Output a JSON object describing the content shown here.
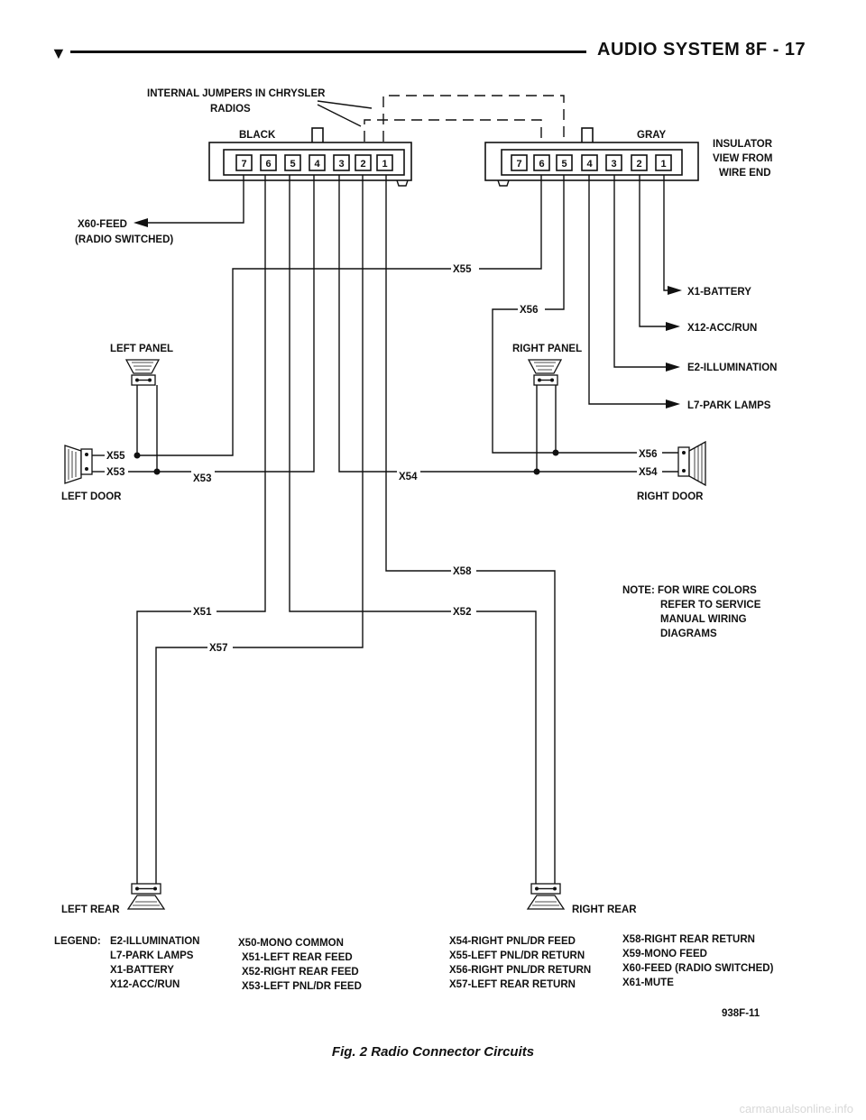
{
  "header": {
    "title": "AUDIO SYSTEM     8F - 17"
  },
  "diagram": {
    "labels": {
      "jumpers": "INTERNAL JUMPERS IN CHRYSLER",
      "jumpers2": "RADIOS",
      "black": "BLACK",
      "gray": "GRAY",
      "insulator1": "INSULATOR",
      "insulator2": "VIEW FROM",
      "insulator3": "WIRE END",
      "x60feed": "X60-FEED",
      "radio_switched": "(RADIO SWITCHED)",
      "x55": "X55",
      "x56": "X56",
      "x1battery": "X1-BATTERY",
      "x12accrun": "X12-ACC/RUN",
      "e2illum": "E2-ILLUMINATION",
      "l7park": "L7-PARK LAMPS",
      "left_panel": "LEFT PANEL",
      "right_panel": "RIGHT PANEL",
      "ld_x55": "X55",
      "ld_x53": "X53",
      "x53": "X53",
      "x54": "X54",
      "rd_x56": "X56",
      "rd_x54": "X54",
      "left_door": "LEFT DOOR",
      "right_door": "RIGHT DOOR",
      "x58": "X58",
      "x51": "X51",
      "x52": "X52",
      "x57": "X57",
      "note1": "NOTE: FOR WIRE COLORS",
      "note2": "REFER TO SERVICE",
      "note3": "MANUAL WIRING",
      "note4": "DIAGRAMS",
      "left_rear": "LEFT REAR",
      "right_rear": "RIGHT REAR",
      "fig_code": "938F-11"
    },
    "pins": [
      "7",
      "6",
      "5",
      "4",
      "3",
      "2",
      "1"
    ],
    "legend": {
      "title": "LEGEND:",
      "col1": [
        "E2-ILLUMINATION",
        "L7-PARK LAMPS",
        "X1-BATTERY",
        "X12-ACC/RUN"
      ],
      "col2": [
        "X50-MONO COMMON",
        "X51-LEFT REAR FEED",
        "X52-RIGHT REAR FEED",
        "X53-LEFT PNL/DR FEED"
      ],
      "col3": [
        "X54-RIGHT PNL/DR FEED",
        "X55-LEFT PNL/DR RETURN",
        "X56-RIGHT PNL/DR RETURN",
        "X57-LEFT REAR RETURN"
      ],
      "col4": [
        "X58-RIGHT REAR RETURN",
        "X59-MONO FEED",
        "X60-FEED (RADIO SWITCHED)",
        "X61-MUTE"
      ]
    }
  },
  "caption": "Fig. 2 Radio Connector Circuits",
  "watermark": "carmanualsonline.info"
}
